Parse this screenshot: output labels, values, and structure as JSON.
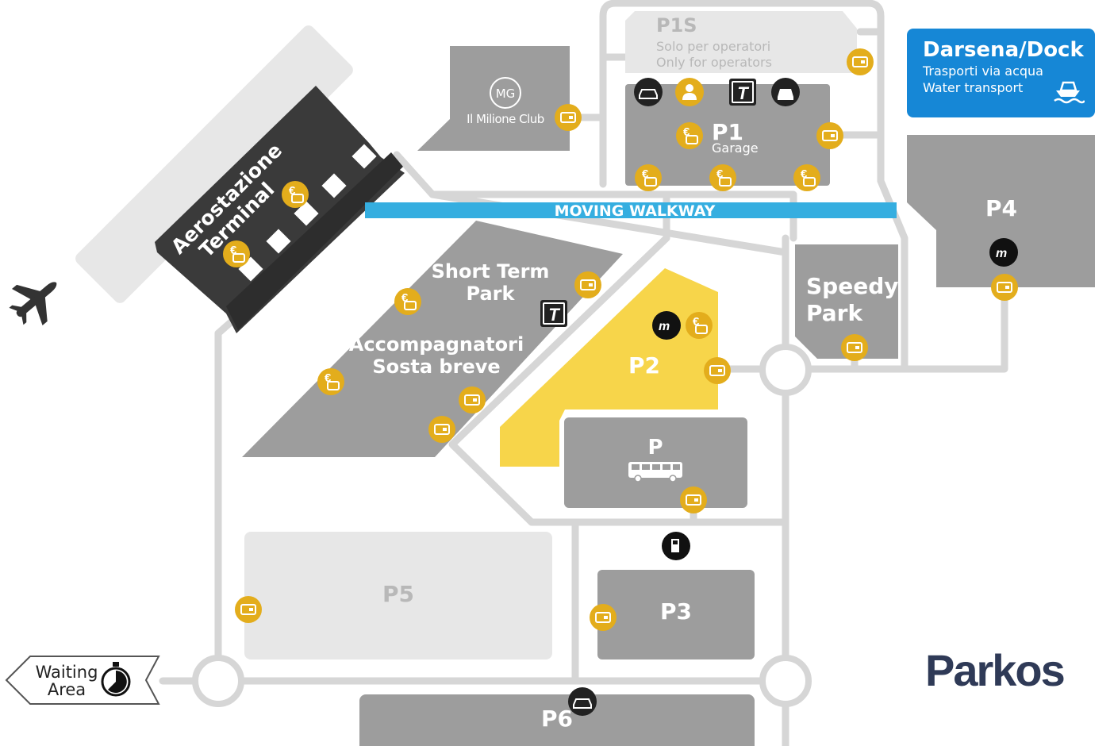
{
  "map": {
    "terminal": {
      "line1": "Aerostazione",
      "line2": "Terminal"
    },
    "moving_walkway": "MOVING WALKWAY",
    "il_milione_club": {
      "logo": "MG",
      "label": "Il Milione Club"
    },
    "p1s": {
      "title": "P1S",
      "line1": "Solo per operatori",
      "line2": "Only for  operators"
    },
    "p1": {
      "title": "P1",
      "subtitle": "Garage"
    },
    "short_term": {
      "line1": "Short Term",
      "line2": "Park",
      "line3": "Accompagnatori",
      "line4": "Sosta breve"
    },
    "p2": "P2",
    "speedy_park": {
      "line1": "Speedy",
      "line2": "Park"
    },
    "p4": "P4",
    "p_bus": "P",
    "p5": "P5",
    "p3": "P3",
    "p6": "P6",
    "dock": {
      "title": "Darsena/Dock",
      "line1": "Trasporti via acqua",
      "line2": "Water transport"
    },
    "waiting_area": {
      "line1": "Waiting",
      "line2": "Area"
    },
    "taxi_letter": "T",
    "euro_symbol": "€",
    "brand": "Parkos"
  },
  "icons": [
    "airplane-icon",
    "payment-terminal-icon",
    "euro-pay-icon",
    "taxi-icon",
    "car-sharing-icon",
    "person-icon",
    "car-icon",
    "mobility-app-icon",
    "bus-icon",
    "fuel-icon",
    "boat-icon",
    "stopwatch-icon"
  ],
  "colors": {
    "dark_building": "#3a3a3a",
    "parking_gray": "#9d9d9d",
    "light_area": "#e7e7e7",
    "p2_yellow": "#f7d54a",
    "walkway_blue": "#35aee0",
    "dock_blue": "#1687d6",
    "payment_gold": "#e3ad1c",
    "brand_navy": "#2f3a57",
    "road_gray": "#d6d6d6"
  }
}
